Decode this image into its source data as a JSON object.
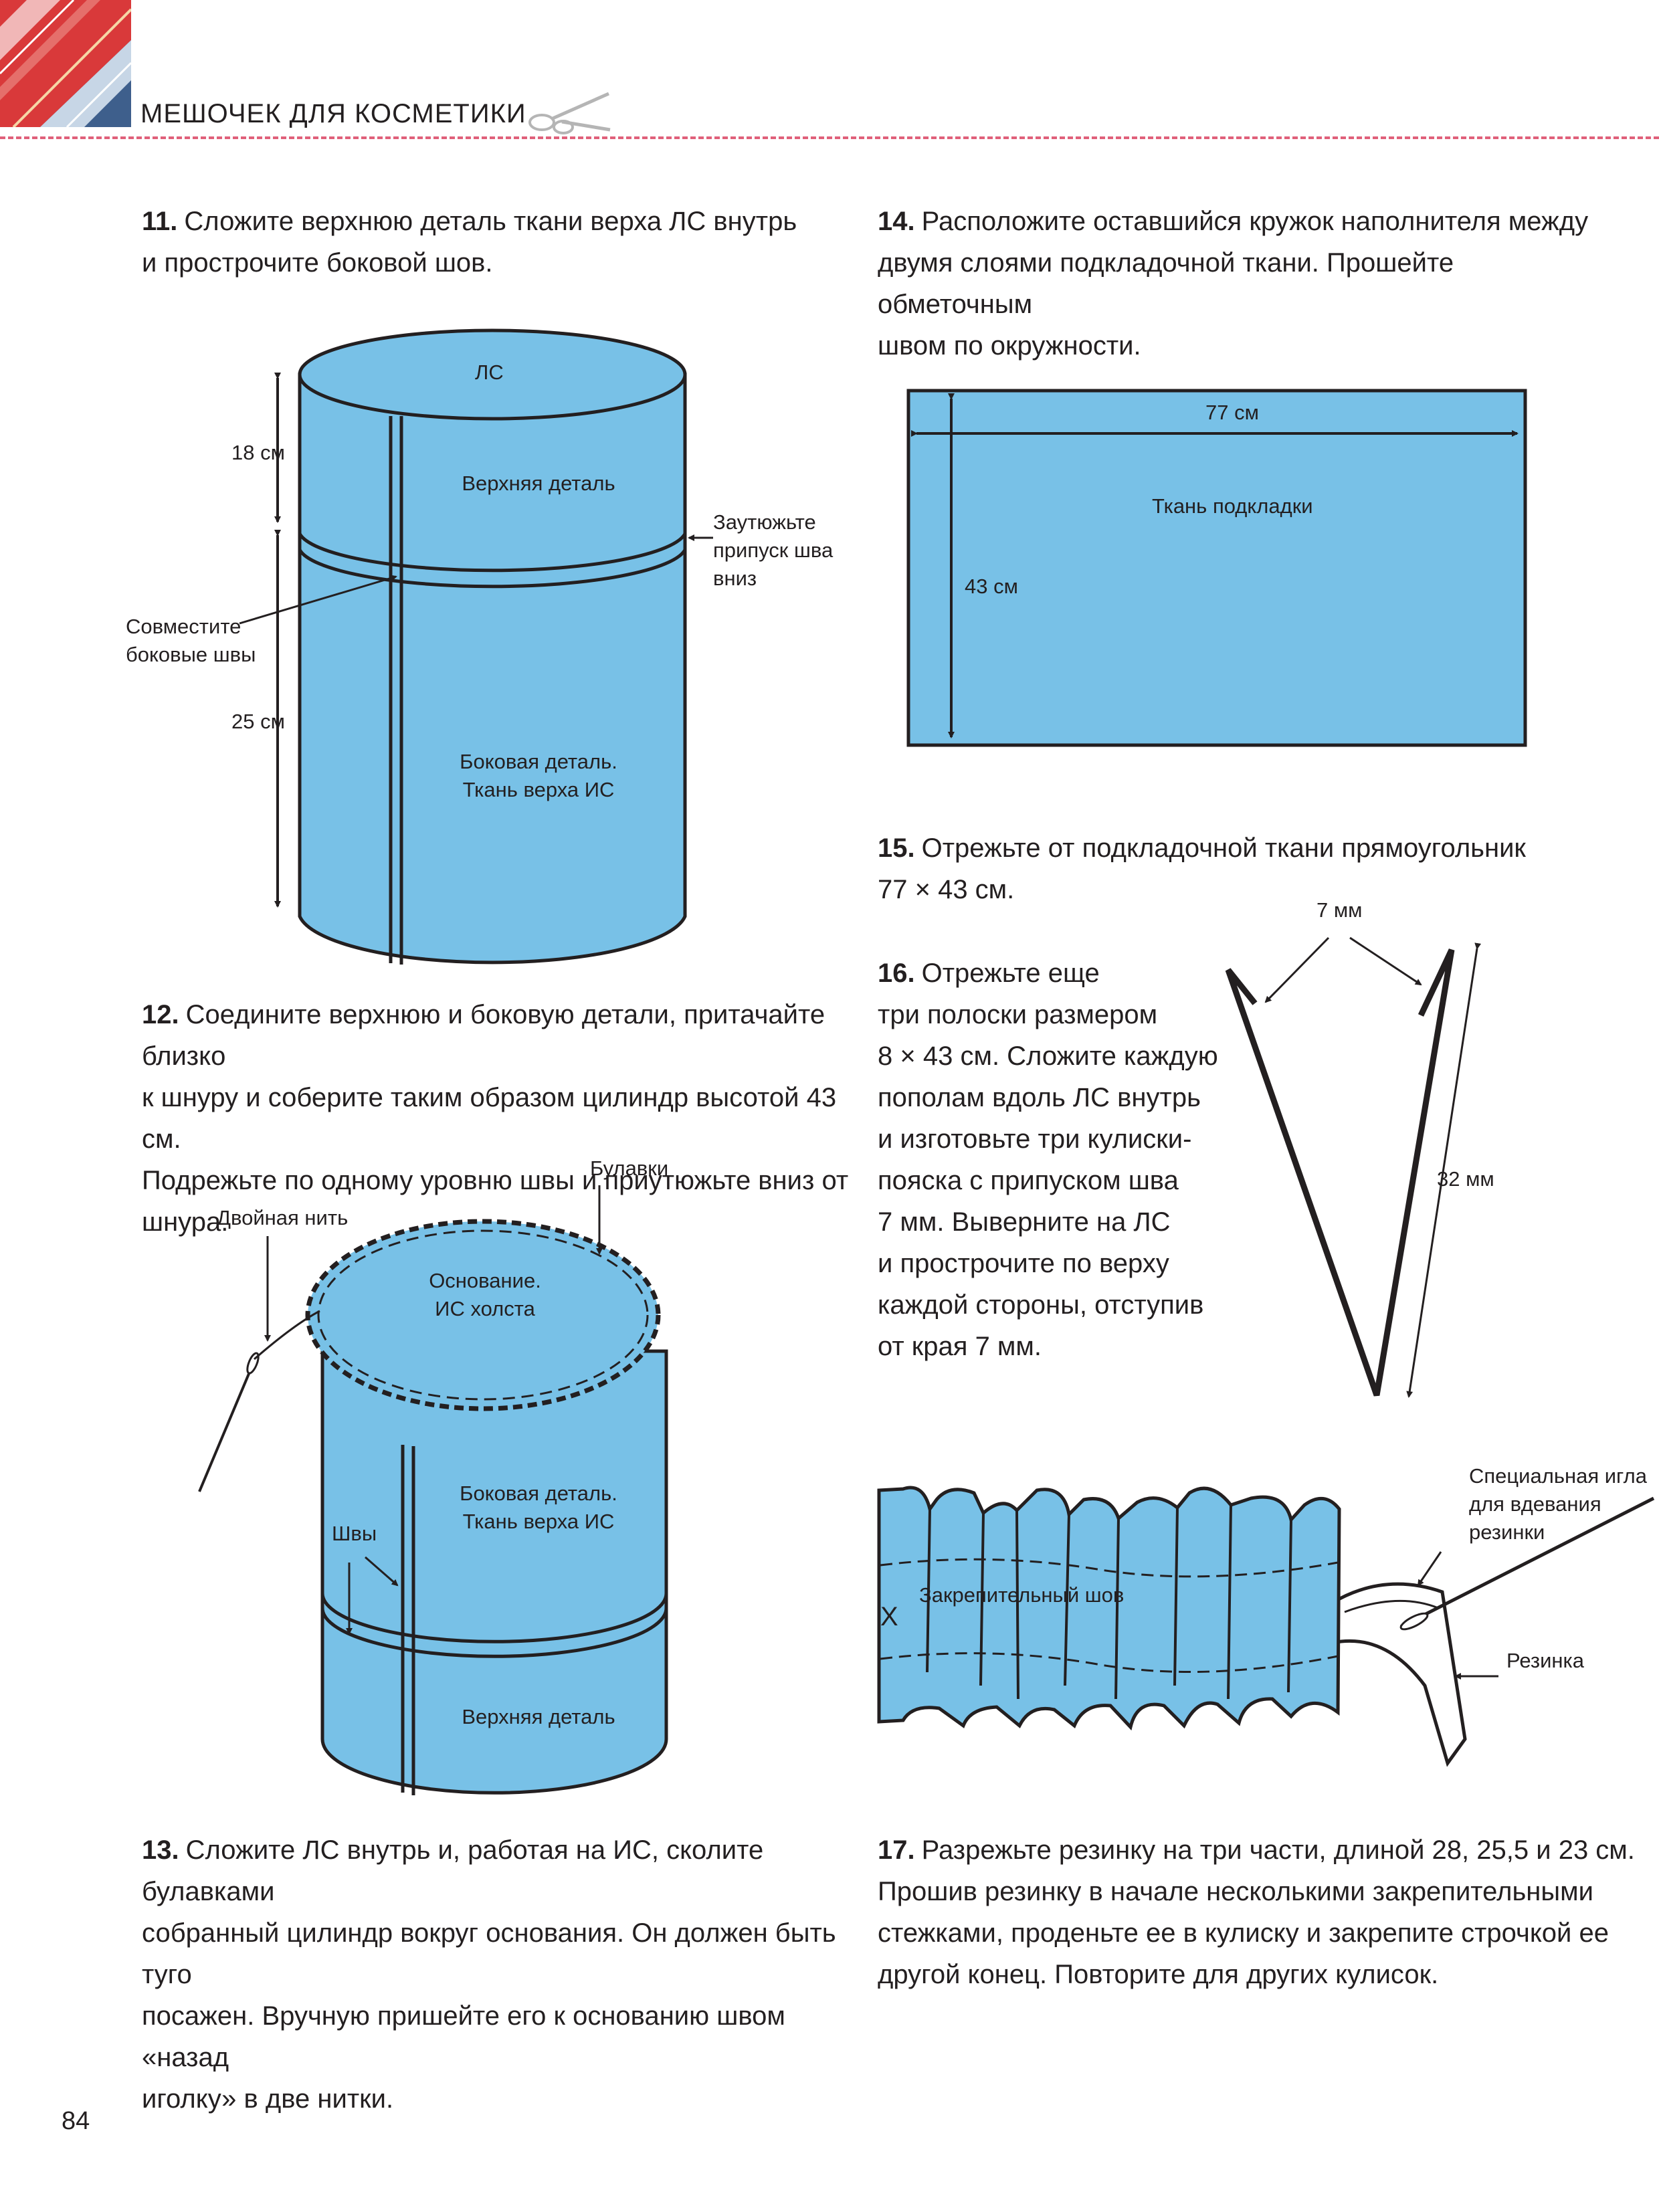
{
  "header": {
    "title": "МЕШОЧЕК ДЛЯ КОСМЕТИКИ"
  },
  "page_number": "84",
  "colors": {
    "fabric": "#78c1e7",
    "outline": "#231f20",
    "dash": "#e0607a"
  },
  "steps": {
    "s11": {
      "num": "11.",
      "lines": [
        "Сложите верхнюю деталь ткани верха ЛС внутрь",
        "и прострочите боковой шов."
      ]
    },
    "s12": {
      "num": "12.",
      "lines": [
        "Соедините верхнюю и боковую детали, притачайте близко",
        "к шнуру и соберите таким образом цилиндр высотой 43 см.",
        "Подрежьте по одному уровню швы и приутюжьте вниз от",
        "шнура."
      ]
    },
    "s13": {
      "num": "13.",
      "lines": [
        "Сложите ЛС внутрь и, работая на ИС, сколите булавками",
        "собранный цилиндр вокруг основания. Он должен быть туго",
        "посажен. Вручную пришейте его к основанию швом «назад",
        "иголку» в две нитки."
      ]
    },
    "s14": {
      "num": "14.",
      "lines": [
        "Расположите оставшийся кружок наполнителя между",
        "двумя слоями подкладочной ткани. Прошейте обметочным",
        "швом по окружности."
      ]
    },
    "s15": {
      "num": "15.",
      "lines": [
        "Отрежьте от подкладочной ткани прямоугольник",
        "77 × 43 см."
      ]
    },
    "s16": {
      "num": "16.",
      "lines": [
        "Отрежьте еще",
        "три полоски размером",
        "8 × 43 см. Сложите каждую",
        "пополам вдоль ЛС внутрь",
        "и изготовьте три кулиски-",
        "пояска с припуском шва",
        "7 мм. Выверните на ЛС",
        "и прострочите по верху",
        "каждой стороны, отступив",
        "от края 7 мм."
      ]
    },
    "s17": {
      "num": "17.",
      "lines": [
        "Разрежьте резинку на три части, длиной 28, 25,5 и 23 см.",
        "Прошив резинку в начале несколькими закрепительными",
        "стежками, проденьте ее в кулиску и закрепите строчкой ее",
        "другой конец. Повторите для других кулисок."
      ]
    }
  },
  "fig1": {
    "ls": "ЛС",
    "dim_top": "18 см",
    "top_part": "Верхняя деталь",
    "press": [
      "Заутюжьте",
      "припуск шва",
      "вниз"
    ],
    "align": [
      "Совместите",
      "боковые швы"
    ],
    "dim_bottom": "25 см",
    "side_part": [
      "Боковая деталь.",
      "Ткань верха ИС"
    ]
  },
  "fig2": {
    "pins": "Булавки",
    "thread": "Двойная нить",
    "base": [
      "Основание.",
      "ИС холста"
    ],
    "side_part": [
      "Боковая деталь.",
      "Ткань верха ИС"
    ],
    "seams": "Швы",
    "top_part": "Верхняя деталь"
  },
  "fig3": {
    "width": "77 см",
    "height": "43 см",
    "label": "Ткань подкладки"
  },
  "fig4": {
    "seam": "7 мм",
    "height": "32 мм"
  },
  "fig5": {
    "needle": [
      "Специальная игла",
      "для вдевания",
      "резинки"
    ],
    "stitch": "Закрепительный шов",
    "elastic": "Резинка",
    "x_mark": "X"
  }
}
